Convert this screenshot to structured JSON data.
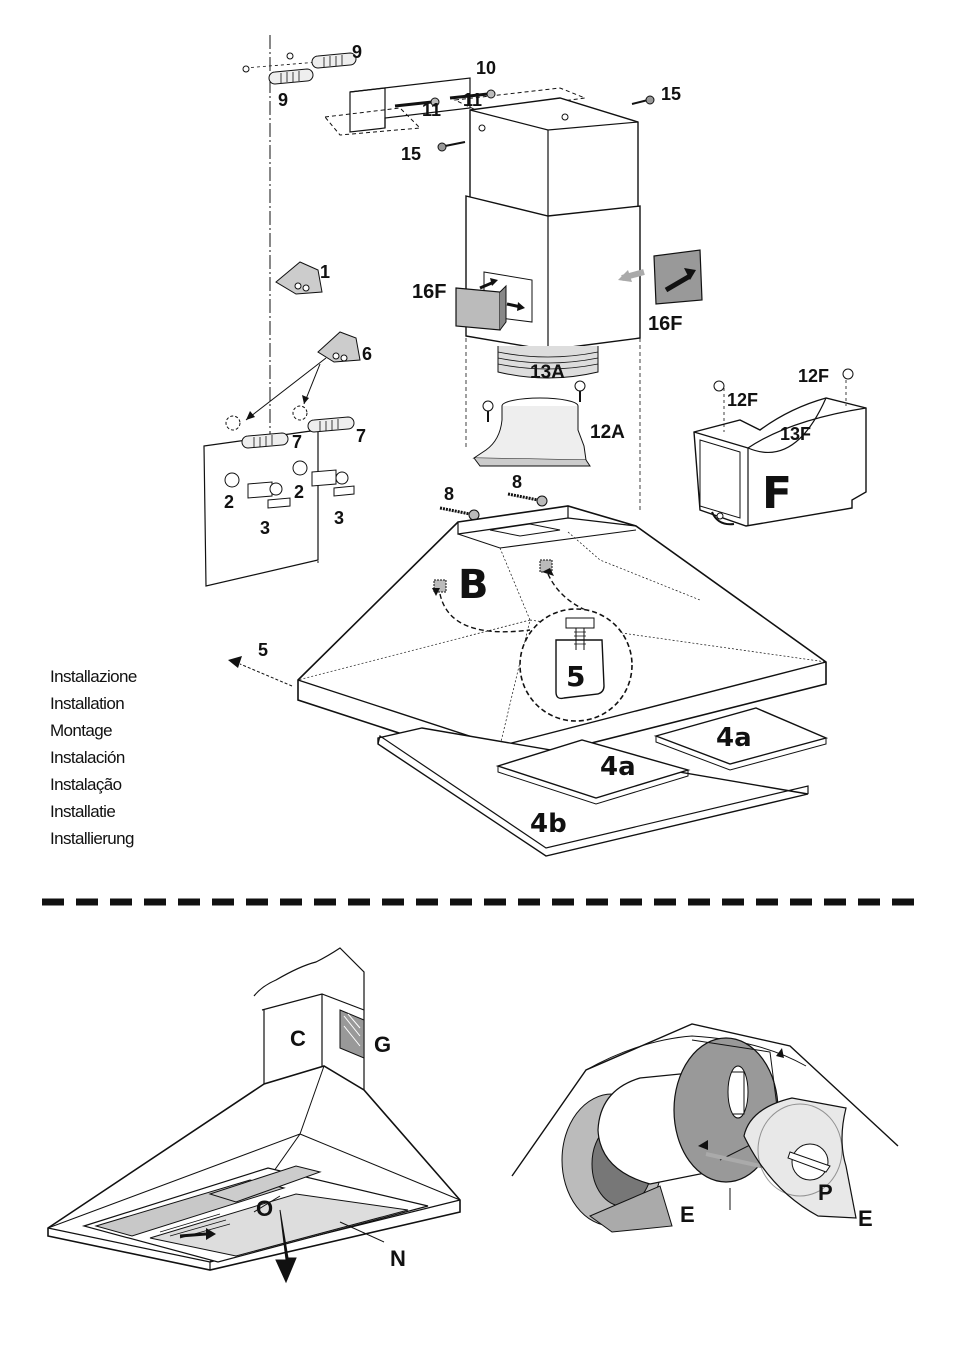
{
  "labels": {
    "p9_top": "9",
    "p9_left": "9",
    "p10": "10",
    "p11a": "11",
    "p11b": "11",
    "p15_right": "15",
    "p15_left": "15",
    "p1": "1",
    "p6": "6",
    "p16F_left": "16F",
    "p16F_right": "16F",
    "p13A": "13A",
    "p12A": "12A",
    "p12F_left": "12F",
    "p12F_right": "12F",
    "p13F": "13F",
    "pF": "F",
    "p7_left": "7",
    "p7_right": "7",
    "p2_left": "2",
    "p2_right": "2",
    "p3_left": "3",
    "p3_right": "3",
    "p8_left": "8",
    "p8_right": "8",
    "pB": "B",
    "p5_arrow": "5",
    "p5_detail": "5",
    "p4a_left": "4a",
    "p4a_right": "4a",
    "p4b": "4b",
    "pC": "C",
    "pG": "G",
    "pO": "O",
    "pN": "N",
    "pE_left": "E",
    "pE_right": "E",
    "pP": "P"
  },
  "languages": [
    "Installazione",
    "Installation",
    "Montage",
    "Instalación",
    "Instalação",
    "Installatie",
    "Installierung"
  ]
}
